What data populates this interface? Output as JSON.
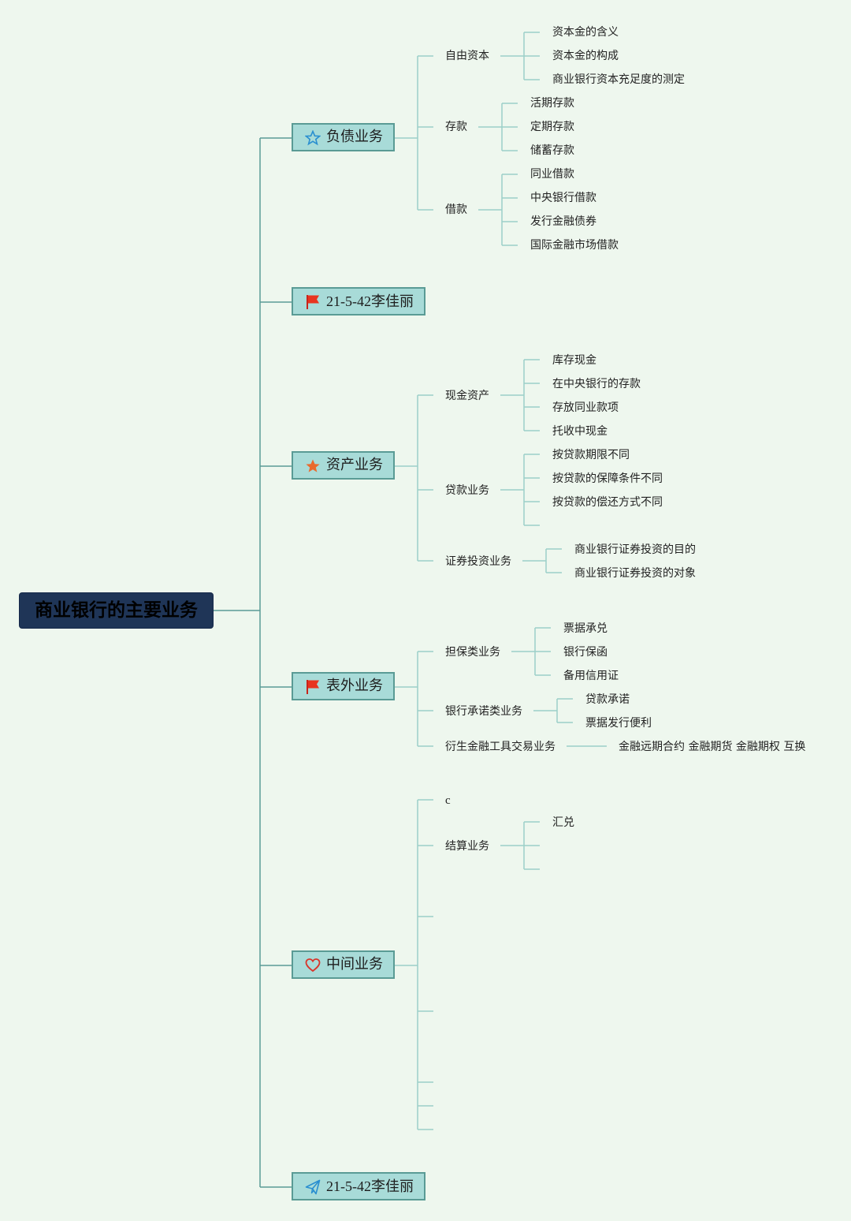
{
  "root": {
    "label": "商业银行的主要业务"
  },
  "branches": [
    {
      "label": "负债业务",
      "icon": "star-outline-icon",
      "children": [
        {
          "label": "自由资本",
          "children": [
            "资本金的含义",
            "资本金的构成",
            "商业银行资本充足度的测定"
          ]
        },
        {
          "label": "存款",
          "children": [
            "活期存款",
            "定期存款",
            "储蓄存款"
          ]
        },
        {
          "label": "借款",
          "children": [
            "同业借款",
            "中央银行借款",
            "发行金融债券",
            "国际金融市场借款"
          ]
        }
      ]
    },
    {
      "label": "21-5-42李佳丽",
      "icon": "red-flag-icon",
      "children": []
    },
    {
      "label": "资产业务",
      "icon": "orange-star-icon",
      "children": [
        {
          "label": "现金资产",
          "children": [
            "库存现金",
            "在中央银行的存款",
            "存放同业款项",
            "托收中现金"
          ]
        },
        {
          "label": "贷款业务",
          "children": [
            "按贷款期限不同",
            "按贷款的保障条件不同",
            "按贷款的偿还方式不同",
            ""
          ]
        },
        {
          "label": "证券投资业务",
          "children": [
            "商业银行证券投资的目的",
            "商业银行证券投资的对象"
          ]
        }
      ]
    },
    {
      "label": "表外业务",
      "icon": "red-flag-icon",
      "children": [
        {
          "label": "担保类业务",
          "children": [
            "票据承兑",
            "银行保函",
            "备用信用证"
          ]
        },
        {
          "label": "银行承诺类业务",
          "children": [
            "贷款承诺",
            "票据发行便利"
          ]
        },
        {
          "label": "衍生金融工具交易业务",
          "children": [
            "金融远期合约 金融期货 金融期权 互换"
          ]
        }
      ]
    },
    {
      "label": "中间业务",
      "icon": "heart-outline-icon",
      "children": [
        {
          "label": "c",
          "children": []
        },
        {
          "label": "结算业务",
          "children": [
            "汇兑",
            "",
            ""
          ]
        },
        {
          "label": "",
          "children": []
        },
        {
          "label": "",
          "children": []
        },
        {
          "label": "",
          "children": []
        },
        {
          "label": "",
          "children": []
        },
        {
          "label": "",
          "children": []
        }
      ]
    },
    {
      "label": "21-5-42李佳丽",
      "icon": "paper-plane-icon",
      "children": []
    }
  ],
  "colors": {
    "root_fill": "#1f3557",
    "branch_fill": "#a8dbd8",
    "branch_border": "#5a9b95",
    "line": "#5a9b95",
    "background": "#eef7ee"
  }
}
